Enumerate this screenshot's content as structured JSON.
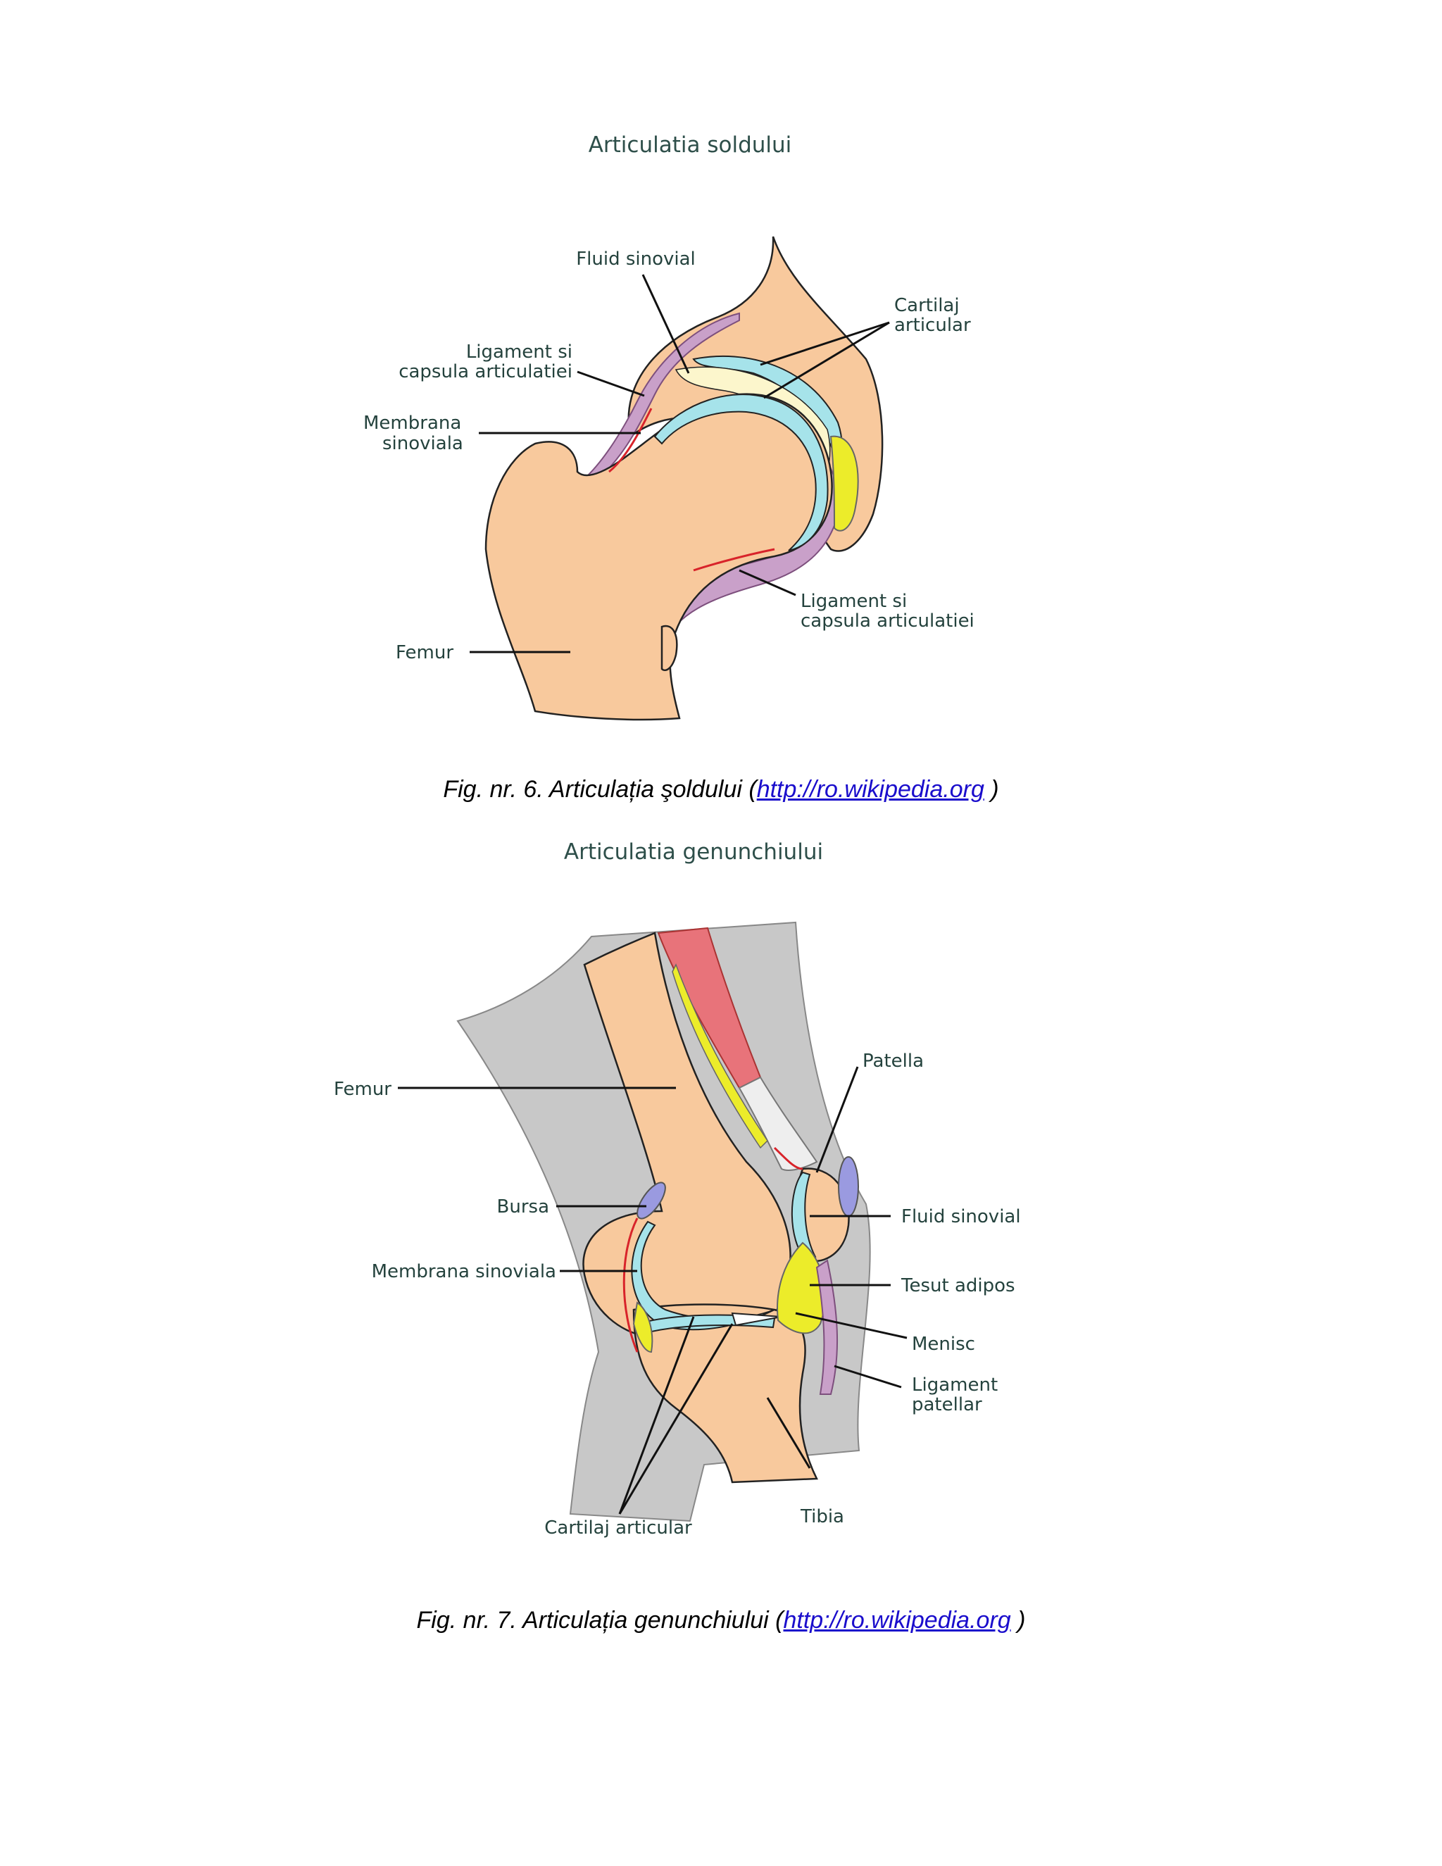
{
  "hip": {
    "title": "Articulatia soldului",
    "labels": {
      "fluid": "Fluid sinovial",
      "cartilaj_1": "Cartilaj",
      "cartilaj_2": "articular",
      "ligament_top_1": "Ligament si",
      "ligament_top_2": "capsula articulatiei",
      "membrana_1": "Membrana",
      "membrana_2": "sinoviala",
      "ligament_bottom_1": "Ligament si",
      "ligament_bottom_2": "capsula articulatiei",
      "femur": "Femur"
    },
    "caption": {
      "prefix": "Fig. nr. 6. Articulația şoldului (",
      "link": "http://ro.wikipedia.org",
      "suffix": " )"
    }
  },
  "knee": {
    "title": "Articulatia genunchiului",
    "labels": {
      "femur": "Femur",
      "patella": "Patella",
      "bursa": "Bursa",
      "fluid": "Fluid sinovial",
      "membrana": "Membrana sinoviala",
      "tesut": "Tesut adipos",
      "menisc": "Menisc",
      "ligament_1": "Ligament",
      "ligament_2": "patellar",
      "cartilaj": "Cartilaj articular",
      "tibia": "Tibia"
    },
    "caption": {
      "prefix": "Fig. nr. 7. Articulația genunchiului (",
      "link": "http://ro.wikipedia.org",
      "suffix": " )"
    }
  },
  "colors": {
    "bone": "#f8c99d",
    "cartilage": "#a6e3ea",
    "fluid": "#fcf6cc",
    "ligament": "#c9a0c9",
    "membrane": "#d8232a",
    "fat": "#ecec2a",
    "muscle": "#e8737a",
    "soft_tissue": "#c8c8c8",
    "bursa": "#9a9ae0"
  }
}
